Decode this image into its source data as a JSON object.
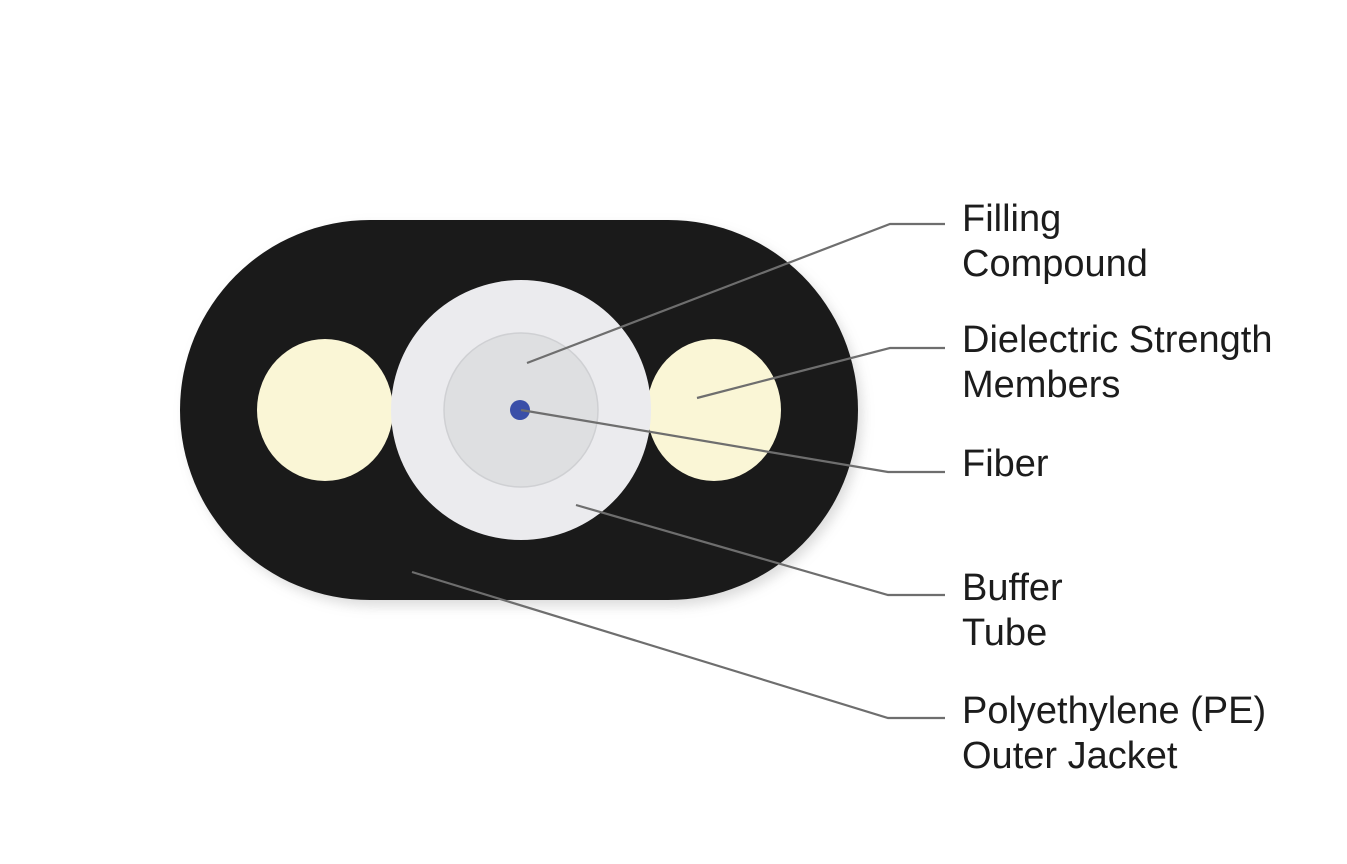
{
  "colors": {
    "jacket": "#1a1a1a",
    "strength_member": "#faf6d6",
    "buffer_tube": "#ebebee",
    "filling_compound": "#dedfe1",
    "fiber": "#3a4fa8",
    "leader_line": "#6e6e6e",
    "text": "#1c1c1c"
  },
  "labels": {
    "filling_compound": {
      "line1": "Filling",
      "line2": "Compound"
    },
    "strength_members": {
      "line1": "Dielectric Strength",
      "line2": "Members"
    },
    "fiber": {
      "line1": "Fiber"
    },
    "buffer_tube": {
      "line1": "Buffer",
      "line2": "Tube"
    },
    "outer_jacket": {
      "line1": "Polyethylene (PE)",
      "line2": "Outer Jacket"
    }
  }
}
